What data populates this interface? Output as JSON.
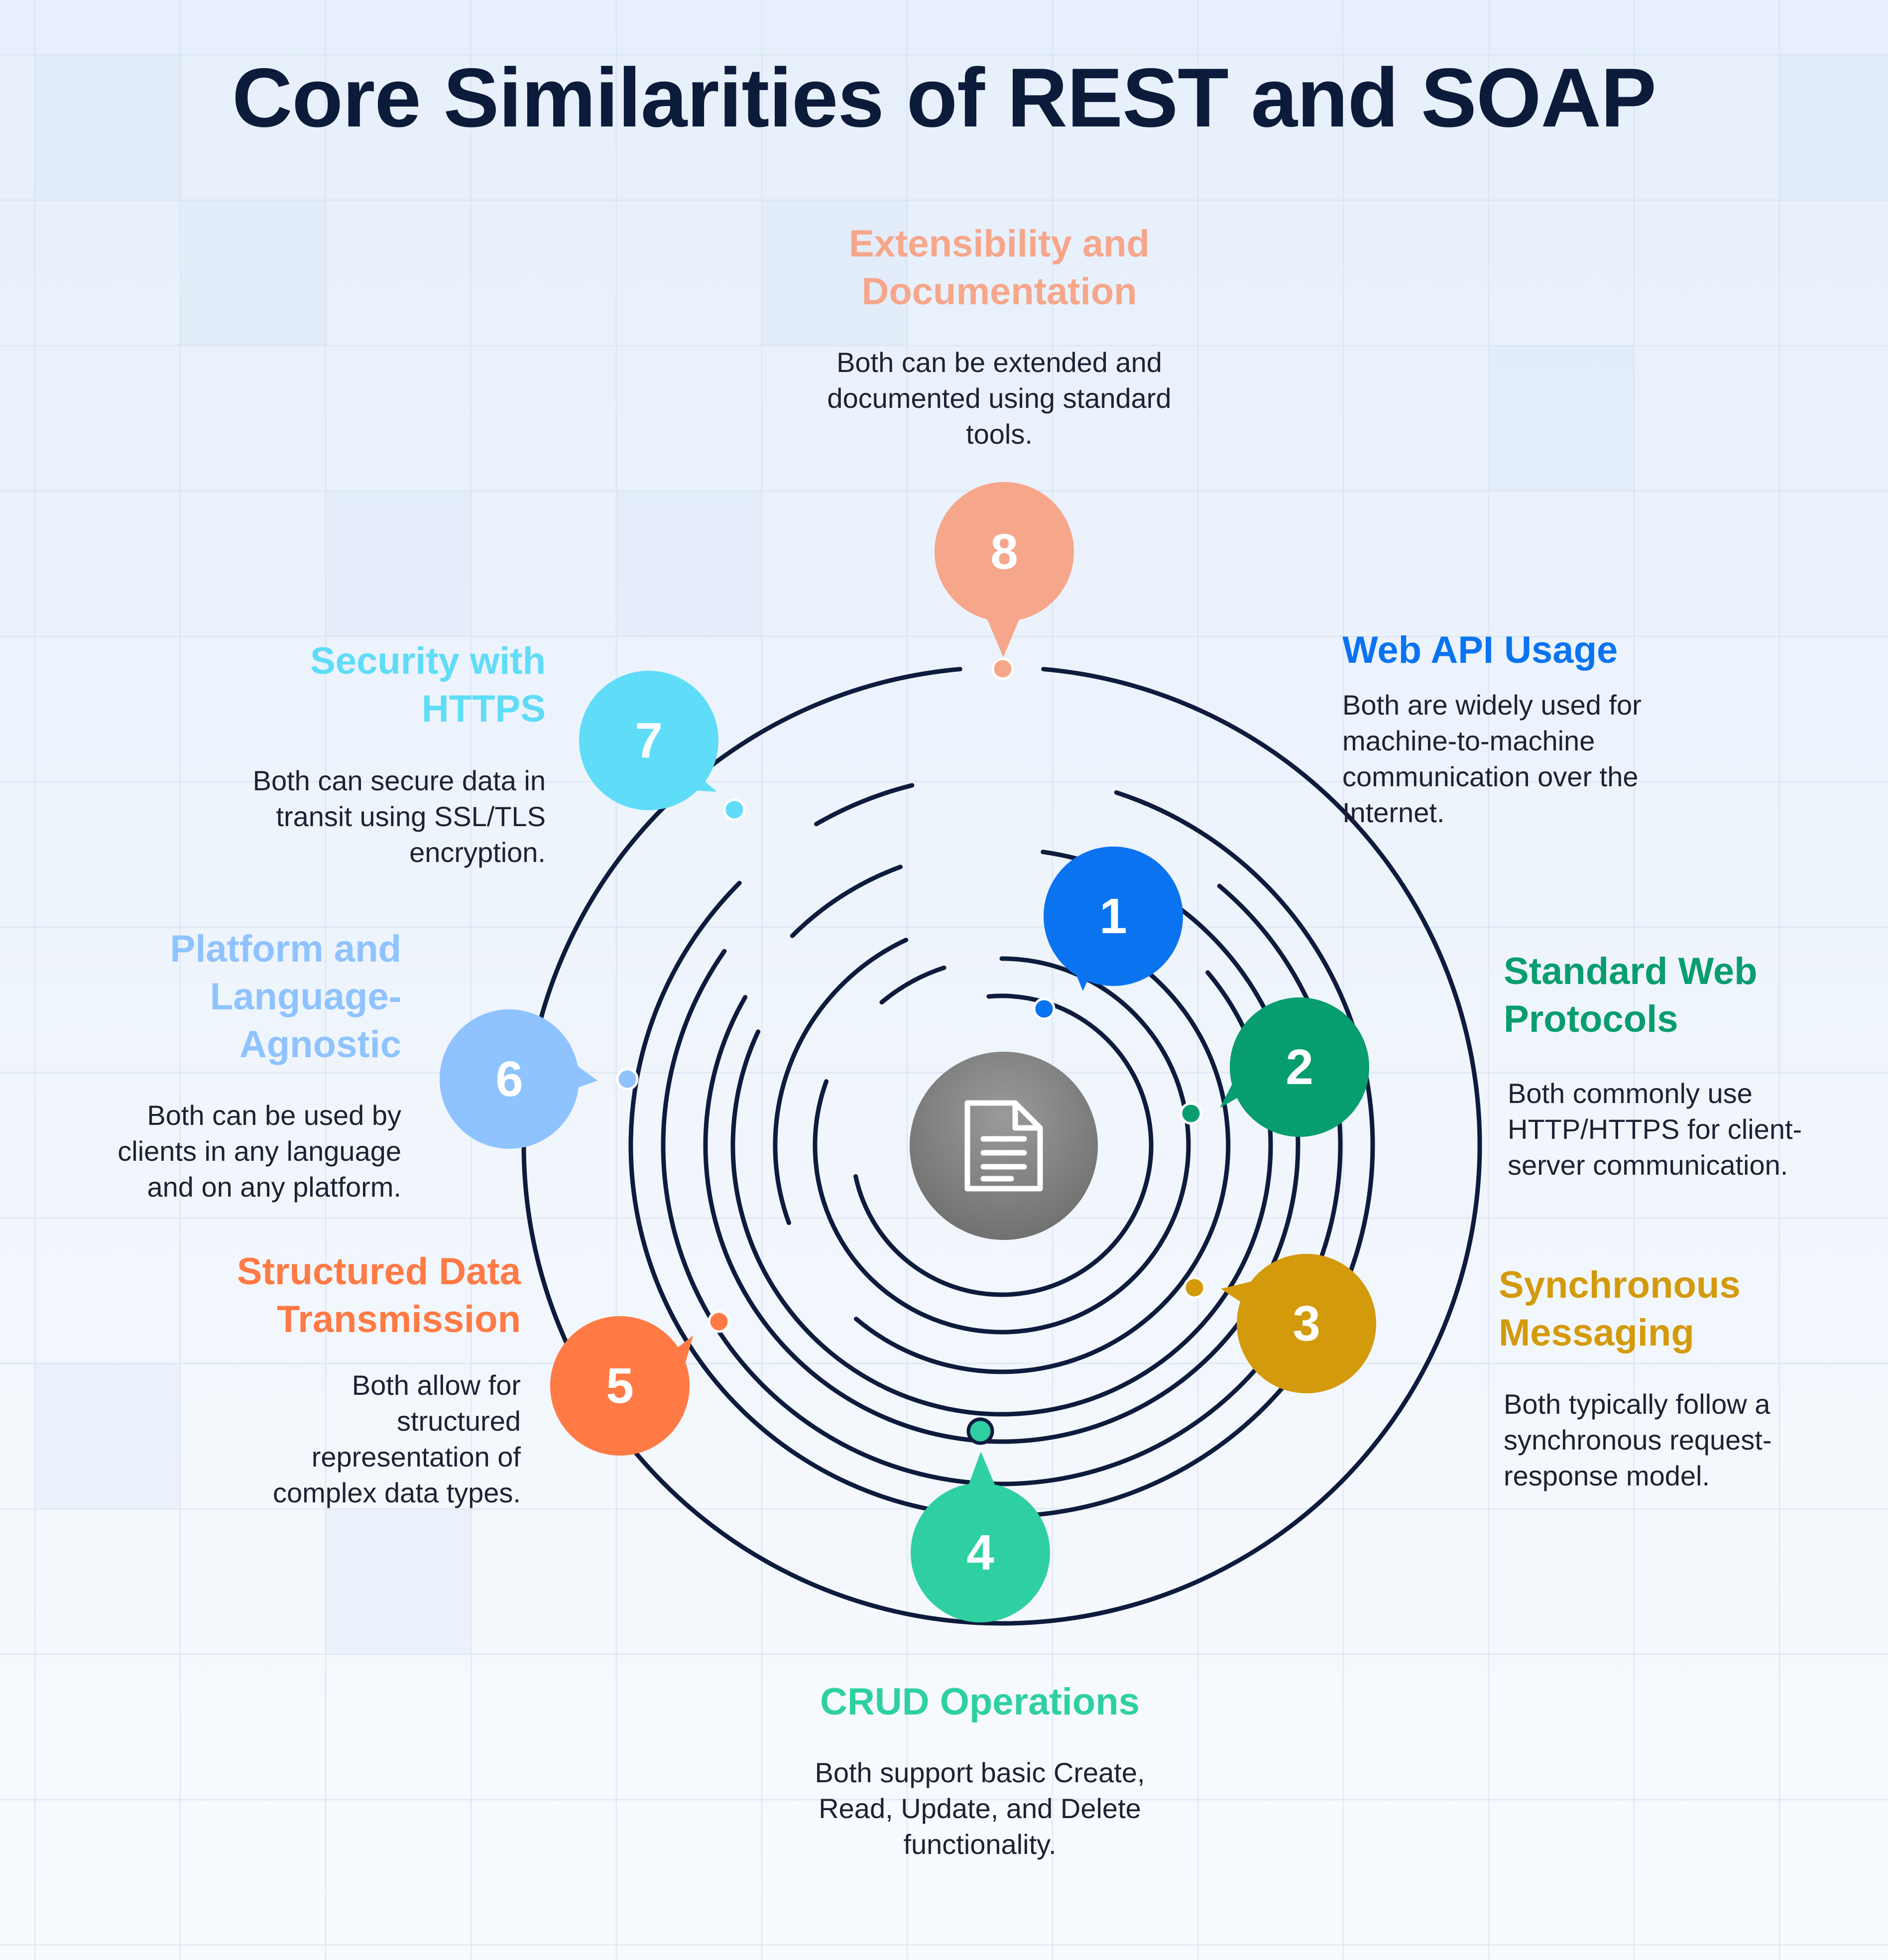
{
  "title": "Core Similarities of REST and SOAP",
  "center_icon": "document-icon",
  "items": [
    {
      "number": "1",
      "heading": "Web API Usage",
      "description": "Both are widely used for\nmachine-to-machine\ncommunication over the\nInternet.",
      "color": "#0a74f0"
    },
    {
      "number": "2",
      "heading": "Standard Web\nProtocols",
      "description": "Both commonly use\nHTTP/HTTPS for client-\nserver communication.",
      "color": "#089d6f"
    },
    {
      "number": "3",
      "heading": "Synchronous\nMessaging",
      "description": "Both typically follow a\nsynchronous request-\nresponse model.",
      "color": "#d39a0b"
    },
    {
      "number": "4",
      "heading": "CRUD Operations",
      "description": "Both support basic Create,\nRead, Update, and Delete\nfunctionality.",
      "color": "#2ed0a1"
    },
    {
      "number": "5",
      "heading": "Structured Data\nTransmission",
      "description": "Both allow for\nstructured\nrepresentation of\ncomplex data types.",
      "color": "#ff7a45"
    },
    {
      "number": "6",
      "heading": "Platform and\nLanguage-\nAgnostic",
      "description": "Both can be used by\nclients in any language\nand on any platform.",
      "color": "#8fc3ff"
    },
    {
      "number": "7",
      "heading": "Security with\nHTTPS",
      "description": "Both can secure data in\ntransit using SSL/TLS\nencryption.",
      "color": "#5fdcf8"
    },
    {
      "number": "8",
      "heading": "Extensibility and\nDocumentation",
      "description": "Both can be extended and\ndocumented using standard\ntools.",
      "color": "#f6a68a"
    }
  ]
}
